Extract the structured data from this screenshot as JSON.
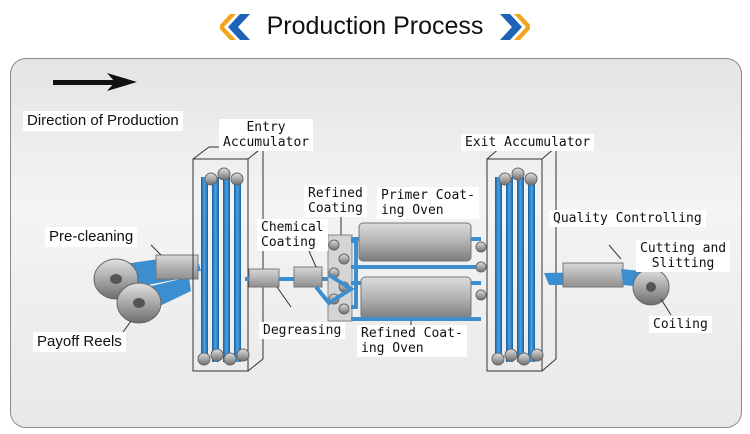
{
  "header": {
    "title": "Production Process",
    "chevron_color": "#1d63b8",
    "chevron_accent": "#f2a51c"
  },
  "diagram": {
    "direction_label": "Direction of Production",
    "labels": {
      "entry_accumulator": "Entry\nAccumulator",
      "refined_coating": "Refined\nCoating",
      "primer_coating_oven": "Primer Coat-\ning Oven",
      "exit_accumulator": "Exit Accumulator",
      "quality_controlling": "Quality Controlling",
      "cutting_and_slitting": "Cutting and\nSlitting",
      "chemical_coating": "Chemical\nCoating",
      "pre_cleaning": "Pre-cleaning",
      "degreasing": "Degreasing",
      "coiling": "Coiling",
      "payoff_reels": "Payoff Reels",
      "refined_coating_oven": "Refined Coat-\ning Oven"
    },
    "strip_color": "#3b8fd1",
    "strip_dark": "#1a5f9f"
  }
}
